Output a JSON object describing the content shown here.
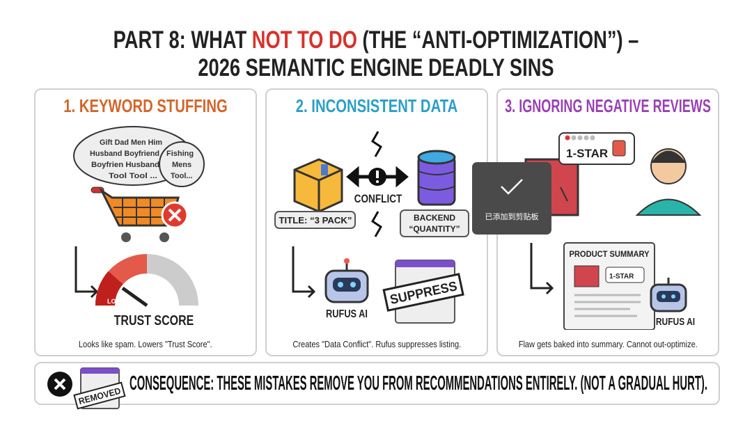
{
  "title": {
    "prefix": "PART 8: WHAT ",
    "highlight": "NOT TO DO",
    "suffix": "  (THE “ANTI-OPTIMIZATION”) –",
    "line2": "2026 SEMANTIC ENGINE DEADLY SINS"
  },
  "colors": {
    "highlight": "#d9312b",
    "panel1": "#d4652a",
    "panel2": "#2a9fc9",
    "panel3": "#9b3fb5",
    "toast_bg": "#4a4a4a"
  },
  "panels": [
    {
      "title": "1. KEYWORD STUFFING",
      "bubble_words": [
        "Gift Dad Men Him",
        "Husband Boyfriend",
        "Boyfrien Husband",
        "Tool Tool ...",
        "Fishing",
        "Mens",
        "Tool..."
      ],
      "gauge_label": "LOW",
      "score_label": "TRUST SCORE",
      "caption": "Looks like spam. Lowers \"Trust Score\"."
    },
    {
      "title": "2. INCONSISTENT DATA",
      "conflict_label": "CONFLICT",
      "title_tag": "TITLE: “3 PACK”",
      "backend_tag_1": "BACKEND",
      "backend_tag_2": "“QUANTITY”",
      "robot_label": "RUFUS AI",
      "stamp": "SUPPRESS",
      "caption": "Creates \"Data Conflict\". Rufus suppresses listing."
    },
    {
      "title": "3. IGNORING NEGATIVE REVIEWS",
      "review_label": "1-STAR",
      "summary_title": "PRODUCT SUMMARY",
      "summary_review": "1-STAR",
      "robot_label": "RUFUS AI",
      "caption": "Flaw gets baked into summary. Cannot out-optimize."
    }
  ],
  "banner": {
    "stamp": "REMOVED",
    "text": "CONSEQUENCE: THESE MISTAKES REMOVE YOU FROM RECOMMENDATIONS ENTIRELY. (NOT A GRADUAL HURT)."
  },
  "toast": {
    "message": "已添加到剪贴板",
    "icon": "checkmark-icon"
  }
}
